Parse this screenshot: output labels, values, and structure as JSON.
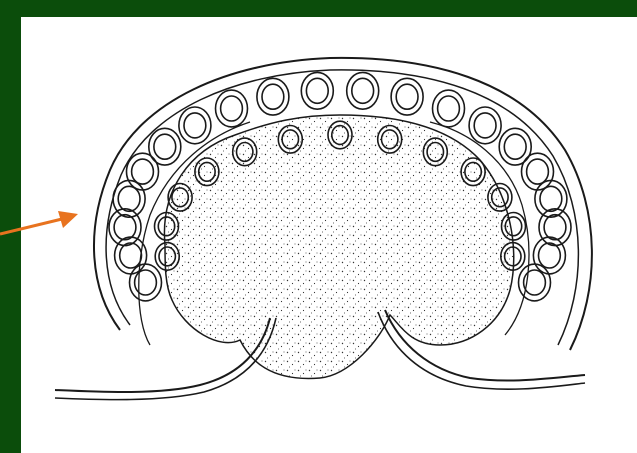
{
  "figure": {
    "icon": "sorus-cross-section-illustration",
    "colors": {
      "frame": "#0b4d0b",
      "panel": "#ffffff",
      "line": "#1a1a1a",
      "arrow": "#e8731f"
    },
    "sporangia": {
      "outer_ring": 20,
      "inner_ring": 13
    }
  }
}
